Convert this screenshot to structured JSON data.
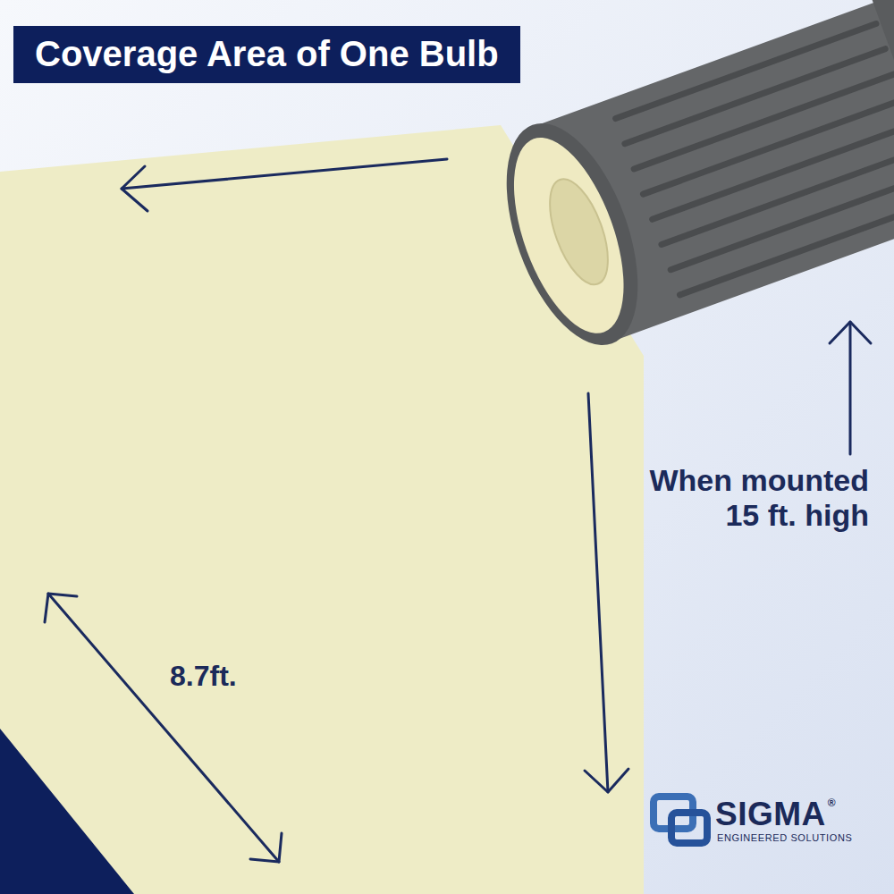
{
  "diagram": {
    "title": "Coverage Area of One Bulb",
    "labels": [
      "8.7ft.",
      "When mounted 15 ft. high",
      "SIGMA",
      "®",
      "ENGINEERED SOLUTIONS"
    ]
  }
}
